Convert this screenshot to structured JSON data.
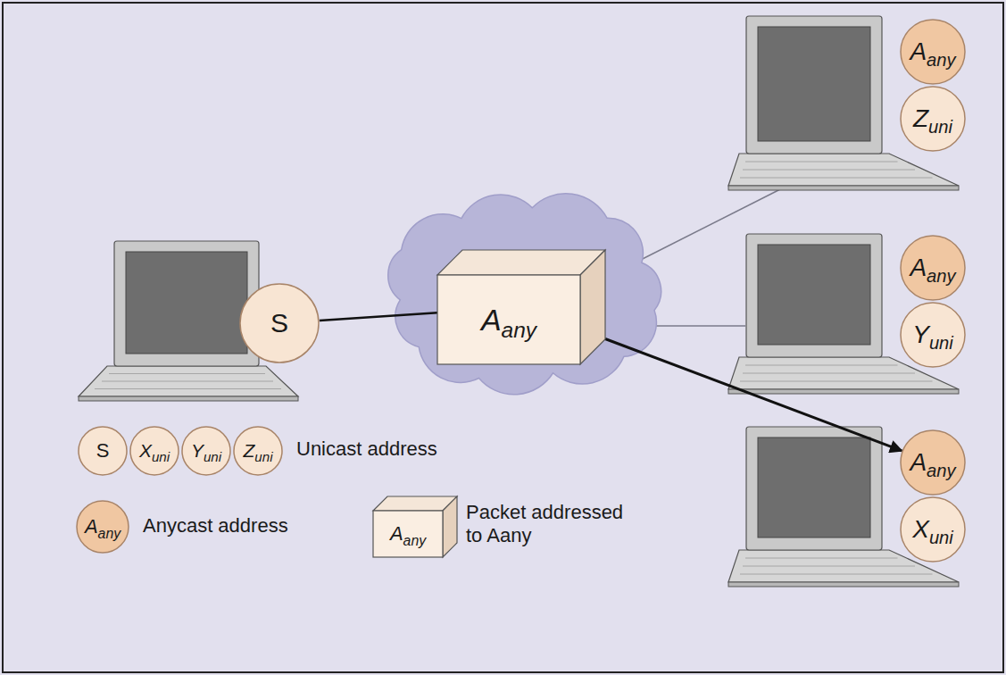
{
  "diagram": {
    "nodes": [
      {
        "text": [
          "S"
        ]
      },
      {
        "text": [
          "A",
          "any"
        ]
      },
      {
        "text": [
          "A",
          "any"
        ]
      },
      {
        "text": [
          "Z",
          "uni"
        ]
      },
      {
        "text": [
          "A",
          "any"
        ]
      },
      {
        "text": [
          "Y",
          "uni"
        ]
      },
      {
        "text": [
          "A",
          "any"
        ]
      },
      {
        "text": [
          "X",
          "uni"
        ]
      },
      {
        "text": [
          "S"
        ]
      },
      {
        "text": [
          "X",
          "uni"
        ]
      },
      {
        "text": [
          "Y",
          "uni"
        ]
      },
      {
        "text": [
          "Z",
          "uni"
        ]
      },
      {
        "text": [
          "A",
          "any"
        ]
      },
      {
        "text": [
          "A",
          "any"
        ]
      }
    ],
    "edges": [
      {
        "from": 0,
        "to": 1,
        "arrow": "none"
      },
      {
        "from": 1,
        "to": 6,
        "arrow": "to"
      }
    ],
    "legend": [
      {
        "text": "Unicast address"
      },
      {
        "text": "Anycast address"
      },
      {
        "text": "Packet addressed to Aany"
      }
    ]
  }
}
